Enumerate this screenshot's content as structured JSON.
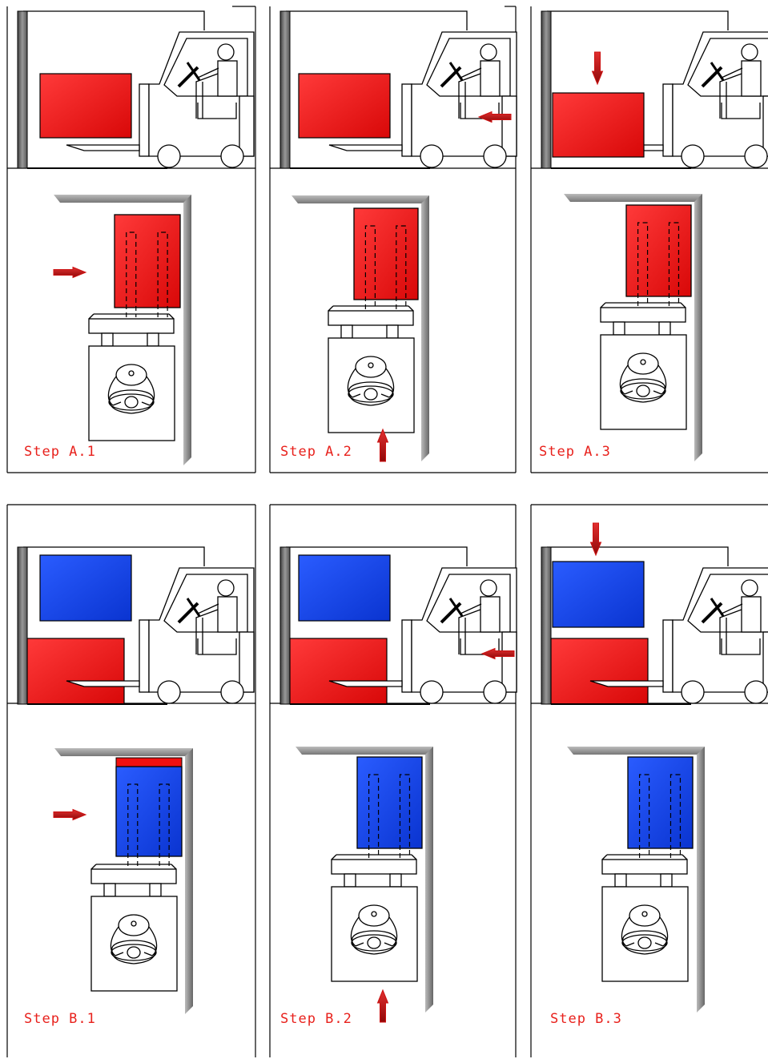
{
  "steps": [
    {
      "id": "a1",
      "label": "Step A.1"
    },
    {
      "id": "a2",
      "label": "Step A.2"
    },
    {
      "id": "a3",
      "label": "Step A.3"
    },
    {
      "id": "b1",
      "label": "Step B.1"
    },
    {
      "id": "b2",
      "label": "Step B.2"
    },
    {
      "id": "b3",
      "label": "Step B.3"
    }
  ],
  "colors": {
    "red_box": "#f01010",
    "blue_box": "#1746e8",
    "arrow": "#cc1111",
    "label": "#e8211c",
    "wall": "#777777"
  }
}
